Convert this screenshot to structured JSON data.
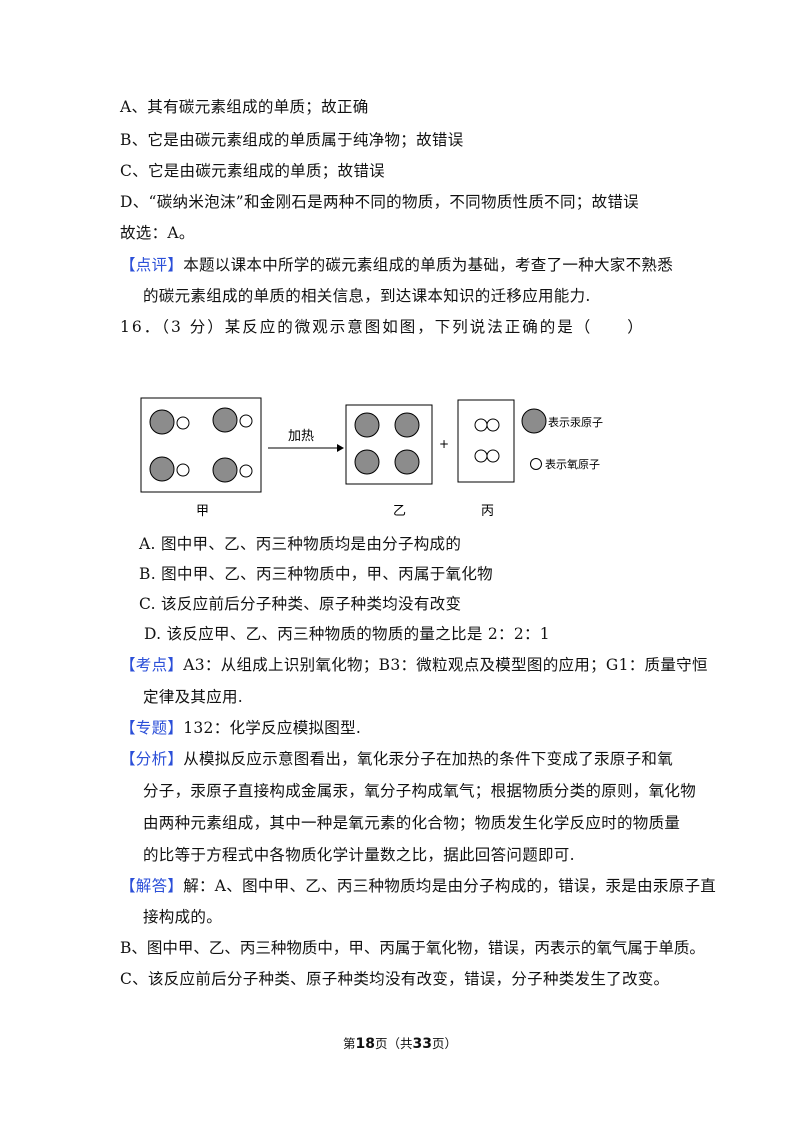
{
  "lines": [
    {
      "id": "a15",
      "text": "A、其有碳元素组成的单质；故正确"
    },
    {
      "id": "b15",
      "text": "B、它是由碳元素组成的单质属于纯净物；故错误"
    },
    {
      "id": "c15",
      "text": "C、它是由碳元素组成的单质；故错误"
    },
    {
      "id": "d15",
      "text": "D、“碳纳米泡沫”和金刚石是两种不同的物质，不同物质性质不同；故错误"
    },
    {
      "id": "choice15",
      "text": "故选：A。"
    }
  ],
  "comment15": {
    "tag": "【点评】",
    "line1": "本题以课本中所学的碳元素组成的单质为基础，考查了一种大家不熟悉",
    "line2": "的碳元素组成的单质的相关信息，到达课本知识的迁移应用能力."
  },
  "q16": {
    "stem": "16．（3 分）某反应的微观示意图如图，下列说法正确的是（　　）",
    "options": [
      "A. 图中甲、乙、丙三种物质均是由分子构成的",
      "B. 图中甲、乙、丙三种物质中，甲、丙属于氧化物",
      "C. 该反应前后分子种类、原子种类均没有改变",
      "D. 该反应甲、乙、丙三种物质的物质的量之比是 2：2：1"
    ]
  },
  "figure": {
    "arrow_label": "加热",
    "plus": "+",
    "label_jia": "甲",
    "label_yi": "乙",
    "label_bing": "丙",
    "legend_mercury": "表示汞原子",
    "legend_oxygen": "表示氧原子",
    "colors": {
      "mercury_fill": "#8c8c8c",
      "oxygen_fill": "#ffffff",
      "stroke": "#000000"
    }
  },
  "kaodian": {
    "tag": "【考点】",
    "line1": "A3：从组成上识别氧化物；B3：微粒观点及模型图的应用；G1：质量守恒",
    "line2": "定律及其应用."
  },
  "zhuanti": {
    "tag": "【专题】",
    "text": "132：化学反应模拟图型."
  },
  "fenxi": {
    "tag": "【分析】",
    "line1": "从模拟反应示意图看出，氧化汞分子在加热的条件下变成了汞原子和氧",
    "line2": "分子，汞原子直接构成金属汞，氧分子构成氧气；根据物质分类的原则，氧化物",
    "line3": "由两种元素组成，其中一种是氧元素的化合物；物质发生化学反应时的物质量",
    "line4": "的比等于方程式中各物质化学计量数之比，据此回答问题即可."
  },
  "jieda": {
    "tag": "【解答】",
    "line1": "解：A、图中甲、乙、丙三种物质均是由分子构成的，错误，汞是由汞原子直",
    "line2": "接构成的。",
    "line3": "B、图中甲、乙、丙三种物质中，甲、丙属于氧化物，错误，丙表示的氧气属于单质。",
    "line4": "C、该反应前后分子种类、原子种类均没有改变，错误，分子种类发生了改变。"
  },
  "footer": {
    "pre": "第",
    "page": "18",
    "mid": "页（共",
    "total": "33",
    "post": "页）"
  }
}
